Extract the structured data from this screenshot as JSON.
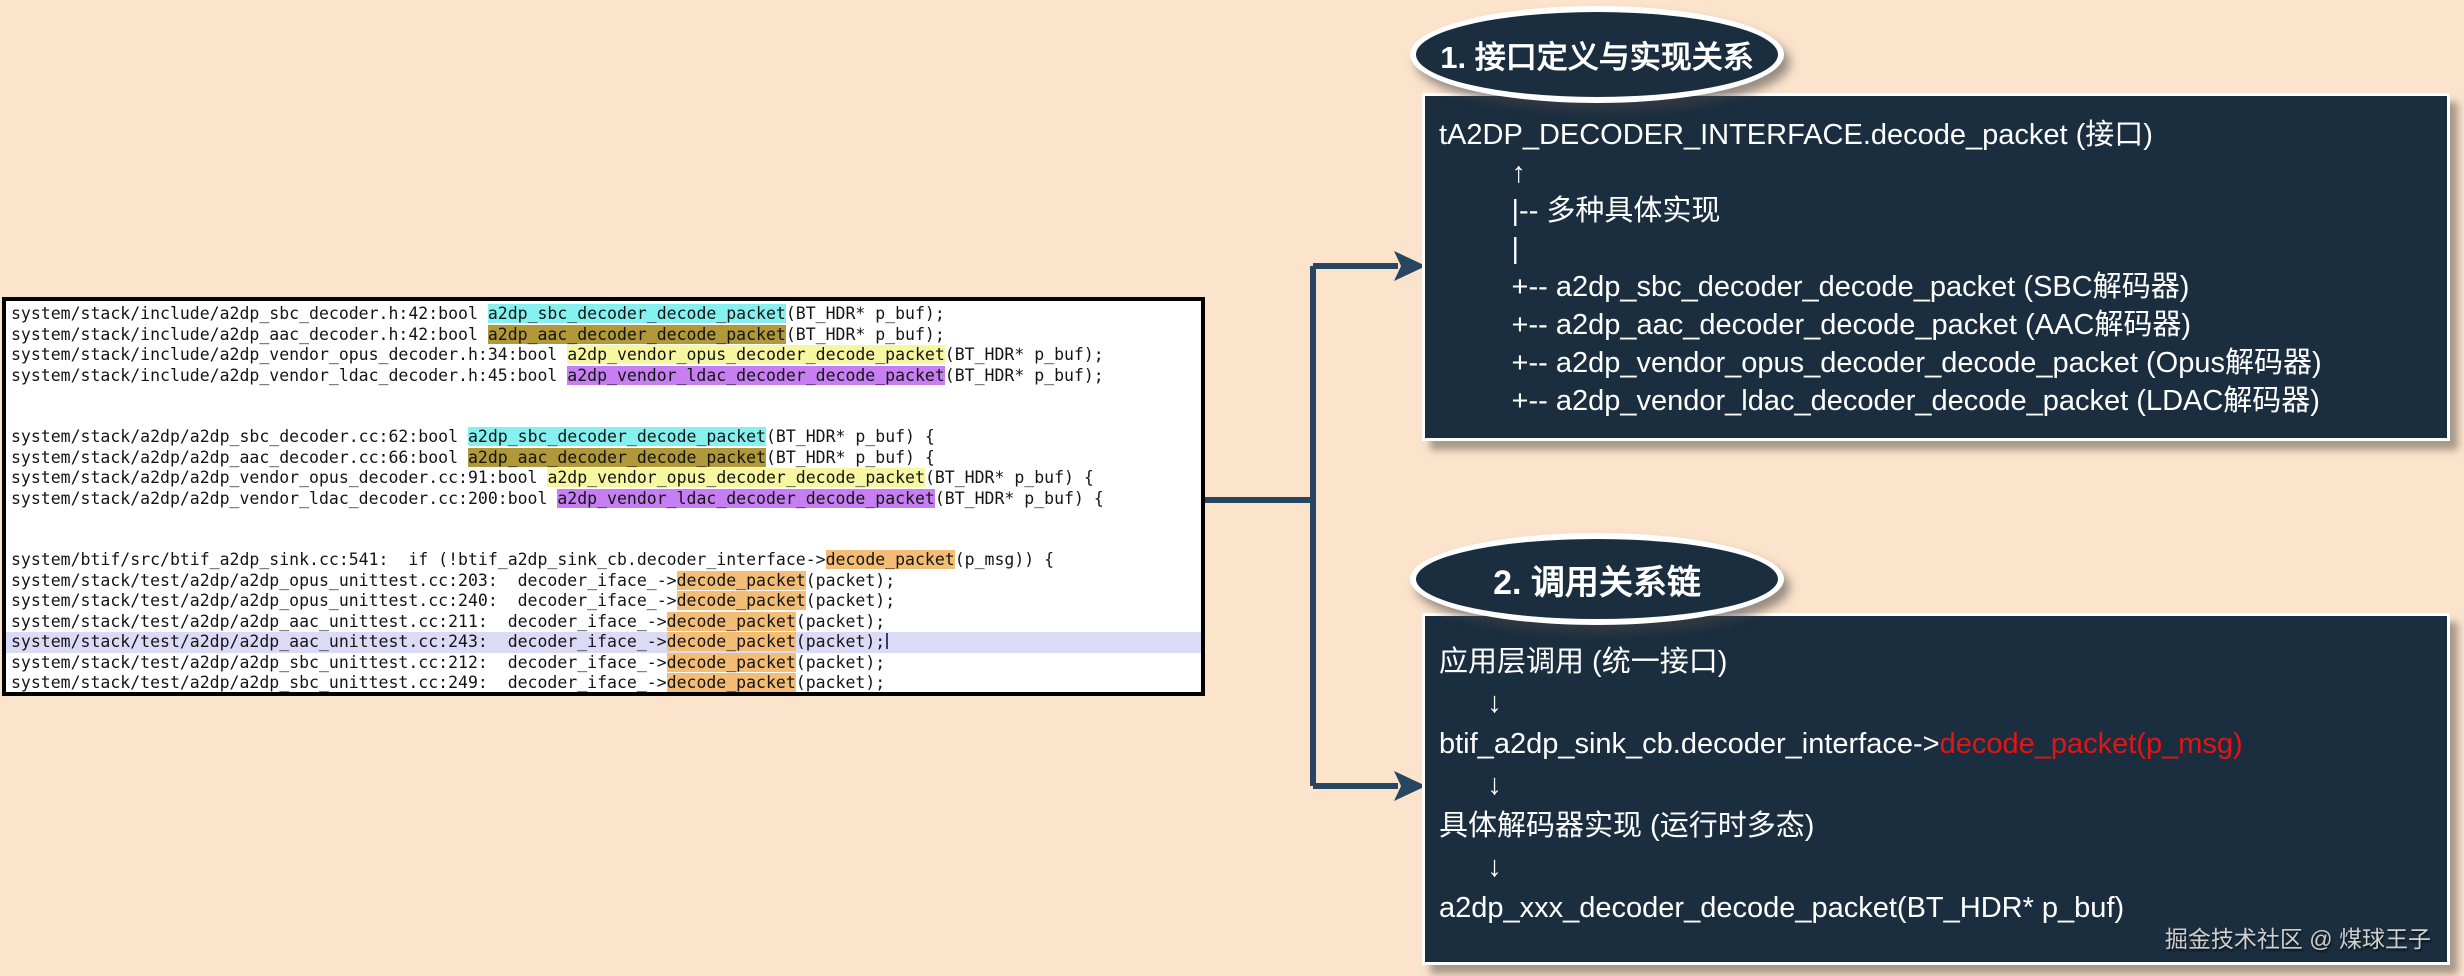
{
  "colors": {
    "background": "#fce4cc",
    "panel_bg": "#1b2e3f",
    "panel_border": "#ffffff",
    "code_bg": "#ffffff",
    "code_border": "#000000",
    "code_text": "#141414",
    "arrow": "#264661",
    "red_text": "#e51414",
    "watermark_text": "#cfcfcf",
    "hl_cyan": "#84f0f0",
    "hl_olive": "#b1993a",
    "hl_yellow": "#f7f7a2",
    "hl_violet": "#c67ef2",
    "hl_orange": "#f3bd75",
    "row_selection": "#dbdbf7"
  },
  "code_panel": {
    "lines": [
      {
        "segs": [
          [
            "system/stack/include/a2dp_sbc_decoder.h:42:bool ",
            null
          ],
          [
            "a2dp_sbc_decoder_decode_packet",
            "cyan"
          ],
          [
            "(BT_HDR* p_buf);",
            null
          ]
        ]
      },
      {
        "segs": [
          [
            "system/stack/include/a2dp_aac_decoder.h:42:bool ",
            null
          ],
          [
            "a2dp_aac_decoder_decode_packet",
            "olive"
          ],
          [
            "(BT_HDR* p_buf);",
            null
          ]
        ]
      },
      {
        "segs": [
          [
            "system/stack/include/a2dp_vendor_opus_decoder.h:34:bool ",
            null
          ],
          [
            "a2dp_vendor_opus_decoder_decode_packet",
            "yellow"
          ],
          [
            "(BT_HDR* p_buf);",
            null
          ]
        ]
      },
      {
        "segs": [
          [
            "system/stack/include/a2dp_vendor_ldac_decoder.h:45:bool ",
            null
          ],
          [
            "a2dp_vendor_ldac_decoder_decode_packet",
            "violet"
          ],
          [
            "(BT_HDR* p_buf);",
            null
          ]
        ]
      },
      {
        "segs": []
      },
      {
        "segs": []
      },
      {
        "segs": [
          [
            "system/stack/a2dp/a2dp_sbc_decoder.cc:62:bool ",
            null
          ],
          [
            "a2dp_sbc_decoder_decode_packet",
            "cyan"
          ],
          [
            "(BT_HDR* p_buf) {",
            null
          ]
        ]
      },
      {
        "segs": [
          [
            "system/stack/a2dp/a2dp_aac_decoder.cc:66:bool ",
            null
          ],
          [
            "a2dp_aac_decoder_decode_packet",
            "olive"
          ],
          [
            "(BT_HDR* p_buf) {",
            null
          ]
        ]
      },
      {
        "segs": [
          [
            "system/stack/a2dp/a2dp_vendor_opus_decoder.cc:91:bool ",
            null
          ],
          [
            "a2dp_vendor_opus_decoder_decode_packet",
            "yellow"
          ],
          [
            "(BT_HDR* p_buf) {",
            null
          ]
        ]
      },
      {
        "segs": [
          [
            "system/stack/a2dp/a2dp_vendor_ldac_decoder.cc:200:bool ",
            null
          ],
          [
            "a2dp_vendor_ldac_decoder_decode_packet",
            "violet"
          ],
          [
            "(BT_HDR* p_buf) {",
            null
          ]
        ]
      },
      {
        "segs": []
      },
      {
        "segs": []
      },
      {
        "segs": [
          [
            "system/btif/src/btif_a2dp_sink.cc:541:  if (!btif_a2dp_sink_cb.decoder_interface->",
            null
          ],
          [
            "decode_packet",
            "orange"
          ],
          [
            "(p_msg)) {",
            null
          ]
        ]
      },
      {
        "segs": [
          [
            "system/stack/test/a2dp/a2dp_opus_unittest.cc:203:  decoder_iface_->",
            null
          ],
          [
            "decode_packet",
            "orange"
          ],
          [
            "(packet);",
            null
          ]
        ]
      },
      {
        "segs": [
          [
            "system/stack/test/a2dp/a2dp_opus_unittest.cc:240:  decoder_iface_->",
            null
          ],
          [
            "decode_packet",
            "orange"
          ],
          [
            "(packet);",
            null
          ]
        ]
      },
      {
        "segs": [
          [
            "system/stack/test/a2dp/a2dp_aac_unittest.cc:211:  decoder_iface_->",
            null
          ],
          [
            "decode_packet",
            "orange"
          ],
          [
            "(packet);",
            null
          ]
        ]
      },
      {
        "segs": [
          [
            "system/stack/test/a2dp/a2dp_aac_unittest.cc:243:  decoder_iface_->",
            null
          ],
          [
            "decode_packet",
            "orange"
          ],
          [
            "(packet);",
            null
          ]
        ],
        "selected": true,
        "cursor": true
      },
      {
        "segs": [
          [
            "system/stack/test/a2dp/a2dp_sbc_unittest.cc:212:  decoder_iface_->",
            null
          ],
          [
            "decode_packet",
            "orange"
          ],
          [
            "(packet);",
            null
          ]
        ]
      },
      {
        "segs": [
          [
            "system/stack/test/a2dp/a2dp_sbc_unittest.cc:249:  decoder_iface_->",
            null
          ],
          [
            "decode_packet",
            "orange"
          ],
          [
            "(packet);",
            null
          ]
        ]
      }
    ]
  },
  "section1": {
    "badge": "1. 接口定义与实现关系",
    "lines": [
      [
        [
          "tA2DP_DECODER_INTERFACE.decode_packet (接口)",
          null
        ]
      ],
      [
        [
          "         ↑",
          null
        ]
      ],
      [
        [
          "         |-- 多种具体实现",
          null
        ]
      ],
      [
        [
          "         |",
          null
        ]
      ],
      [
        [
          "         +-- a2dp_sbc_decoder_decode_packet (SBC解码器)",
          null
        ]
      ],
      [
        [
          "         +-- a2dp_aac_decoder_decode_packet (AAC解码器)",
          null
        ]
      ],
      [
        [
          "         +-- a2dp_vendor_opus_decoder_decode_packet (Opus解码器)",
          null
        ]
      ],
      [
        [
          "         +-- a2dp_vendor_ldac_decoder_decode_packet (LDAC解码器)",
          null
        ]
      ]
    ]
  },
  "section2": {
    "badge": "2. 调用关系链",
    "lines": [
      [
        [
          "应用层调用 (统一接口)",
          null
        ]
      ],
      [
        [
          "      ↓",
          null
        ]
      ],
      [
        [
          "btif_a2dp_sink_cb.decoder_interface->",
          null
        ],
        [
          "decode_packet(p_msg)",
          "red"
        ]
      ],
      [
        [
          "      ↓",
          null
        ]
      ],
      [
        [
          "具体解码器实现 (运行时多态)",
          null
        ]
      ],
      [
        [
          "      ↓",
          null
        ]
      ],
      [
        [
          "a2dp_xxx_decoder_decode_packet(BT_HDR* p_buf)",
          null
        ]
      ]
    ],
    "watermark": "掘金技术社区 @ 煤球王子"
  }
}
